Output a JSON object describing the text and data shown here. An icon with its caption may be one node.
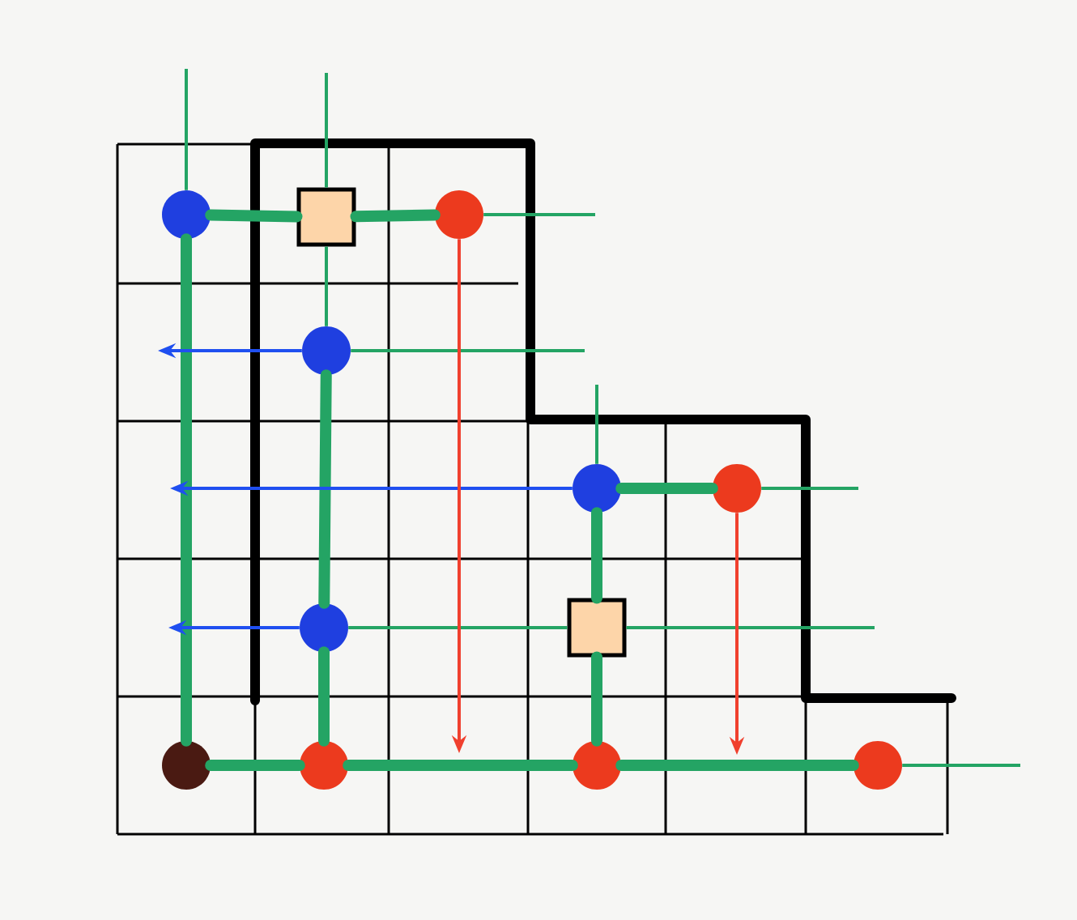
{
  "diagram": {
    "nodes": [
      {
        "text": [],
        "shape": "circle"
      },
      {
        "text": [],
        "shape": "circle"
      },
      {
        "text": [],
        "shape": "circle"
      },
      {
        "text": [],
        "shape": "circle"
      },
      {
        "text": [],
        "shape": "circle"
      },
      {
        "text": [],
        "shape": "circle"
      },
      {
        "text": [],
        "shape": "circle"
      },
      {
        "text": [],
        "shape": "circle"
      },
      {
        "text": [],
        "shape": "circle"
      },
      {
        "text": [],
        "shape": "circle"
      },
      {
        "text": [],
        "shape": "box"
      },
      {
        "text": [],
        "shape": "box"
      }
    ],
    "edges": [
      {
        "from": null,
        "to": 0,
        "arrow": "none"
      },
      {
        "from": null,
        "to": 10,
        "arrow": "none"
      },
      {
        "from": 10,
        "to": 2,
        "arrow": "none"
      },
      {
        "from": 0,
        "to": 10,
        "arrow": "none",
        "style": "thick"
      },
      {
        "from": 10,
        "to": 1,
        "arrow": "none",
        "style": "thick"
      },
      {
        "from": 1,
        "to": null,
        "arrow": "none"
      },
      {
        "from": 0,
        "to": 6,
        "arrow": "none",
        "style": "thick"
      },
      {
        "from": 2,
        "to": null,
        "arrow": "to",
        "color": "#1f4ff0"
      },
      {
        "from": 2,
        "to": null,
        "arrow": "none"
      },
      {
        "from": 2,
        "to": 5,
        "arrow": "none",
        "style": "thick"
      },
      {
        "from": null,
        "to": 3,
        "arrow": "none"
      },
      {
        "from": 3,
        "to": null,
        "arrow": "to",
        "color": "#1f4ff0"
      },
      {
        "from": 3,
        "to": 4,
        "arrow": "none",
        "style": "thick"
      },
      {
        "from": 4,
        "to": null,
        "arrow": "none"
      },
      {
        "from": 3,
        "to": 11,
        "arrow": "none",
        "style": "thick"
      },
      {
        "from": 11,
        "to": 8,
        "arrow": "none",
        "style": "thick"
      },
      {
        "from": 5,
        "to": null,
        "arrow": "to",
        "color": "#1f4ff0"
      },
      {
        "from": 5,
        "to": 11,
        "arrow": "none"
      },
      {
        "from": 11,
        "to": null,
        "arrow": "none"
      },
      {
        "from": 5,
        "to": 7,
        "arrow": "none",
        "style": "thick"
      },
      {
        "from": 1,
        "to": null,
        "arrow": "to",
        "color": "#f0402e"
      },
      {
        "from": 4,
        "to": null,
        "arrow": "to",
        "color": "#f0402e"
      },
      {
        "from": 6,
        "to": 7,
        "arrow": "none",
        "style": "thick"
      },
      {
        "from": 7,
        "to": 8,
        "arrow": "none",
        "style": "thick"
      },
      {
        "from": 8,
        "to": 9,
        "arrow": "none",
        "style": "thick"
      },
      {
        "from": 9,
        "to": null,
        "arrow": "none"
      }
    ]
  }
}
